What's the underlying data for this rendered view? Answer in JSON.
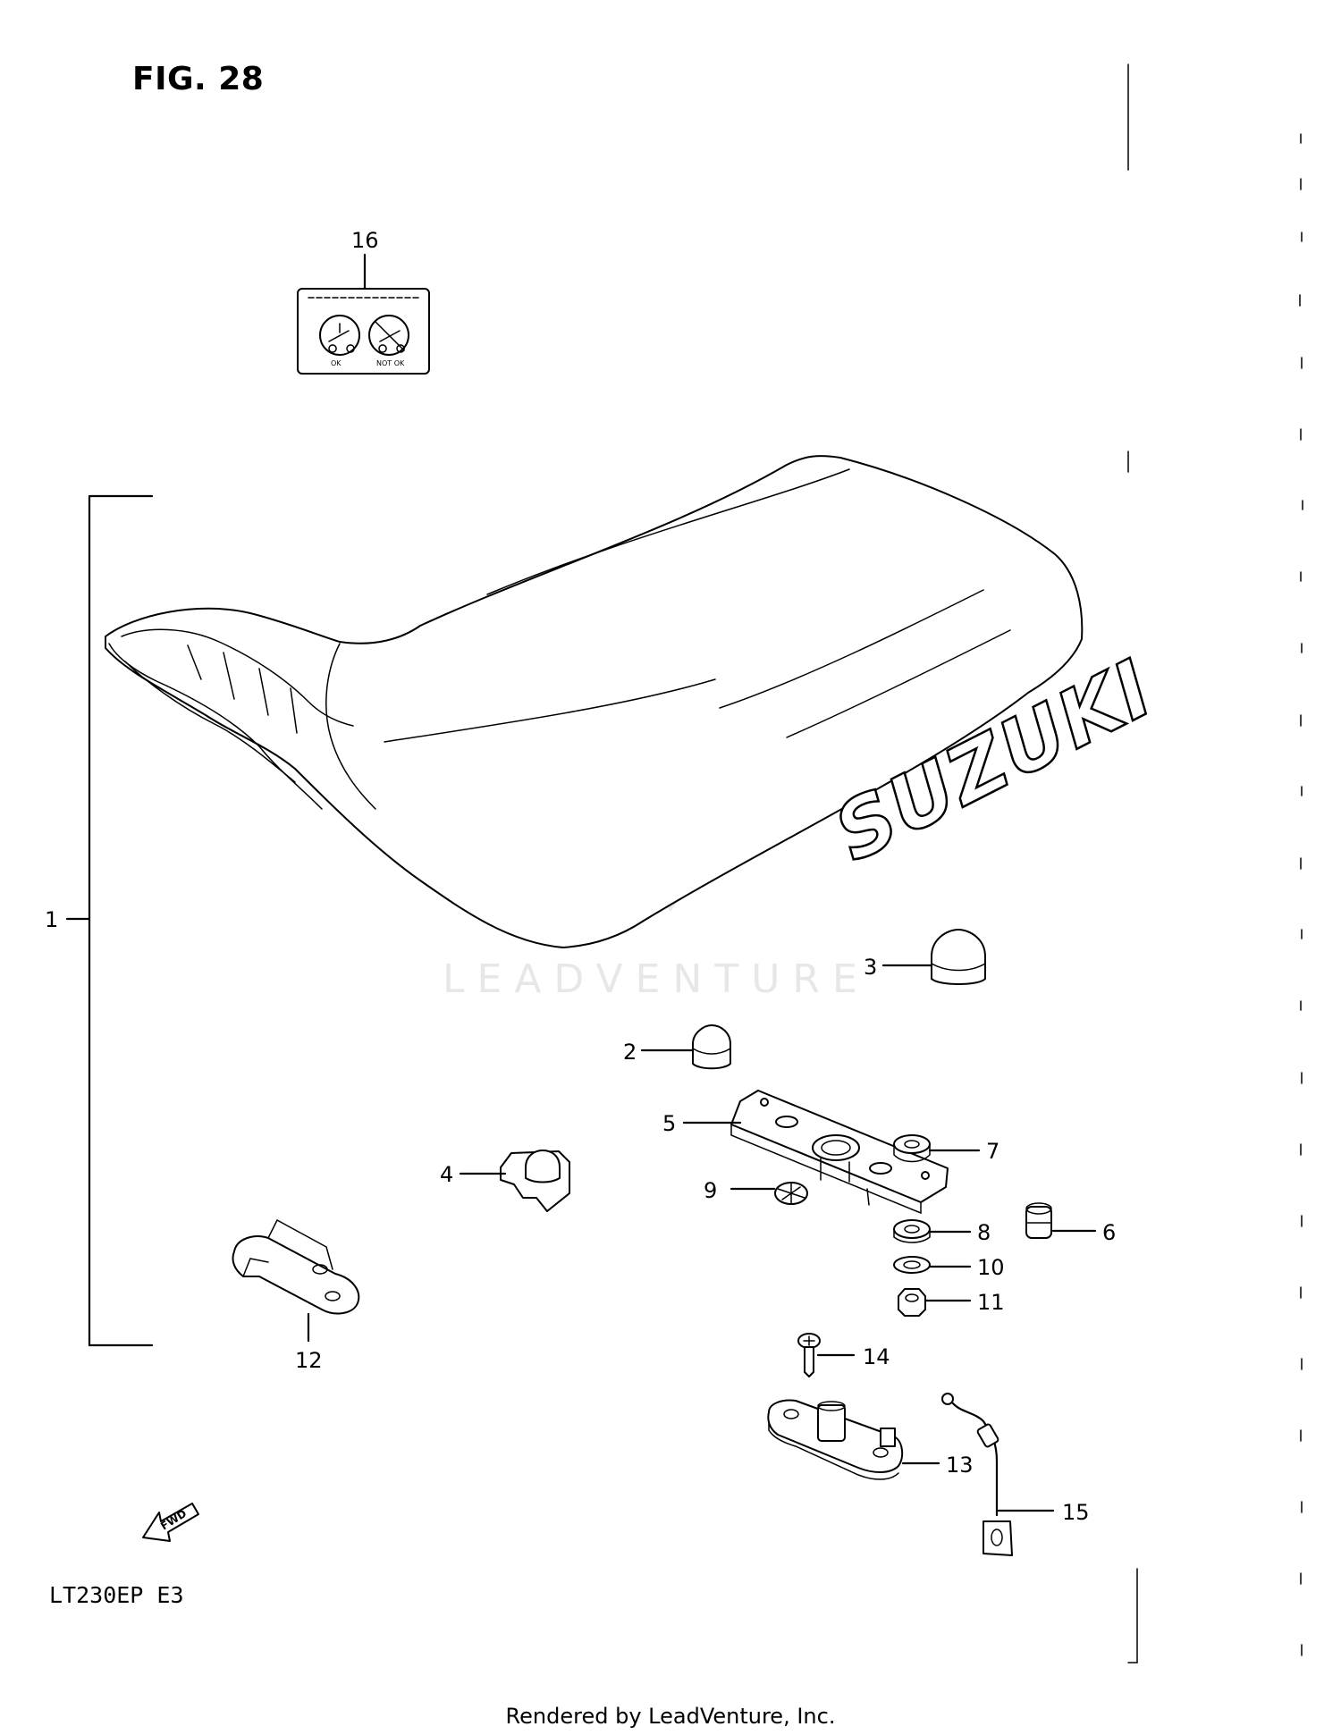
{
  "figure": {
    "title": "FIG. 28"
  },
  "model_code": "LT230EP E3",
  "footer": "Rendered by LeadVenture, Inc.",
  "watermark": {
    "text": "LEADVENTURE"
  },
  "seat_brand_text": "SUZUKI",
  "fwd_label": "FWD",
  "callouts": [
    "1",
    "2",
    "3",
    "4",
    "5",
    "6",
    "7",
    "8",
    "9",
    "10",
    "11",
    "12",
    "13",
    "14",
    "15",
    "16"
  ],
  "colors": {
    "ink": "#000000",
    "watermark": "#e7e7e7",
    "background": "#ffffff"
  }
}
